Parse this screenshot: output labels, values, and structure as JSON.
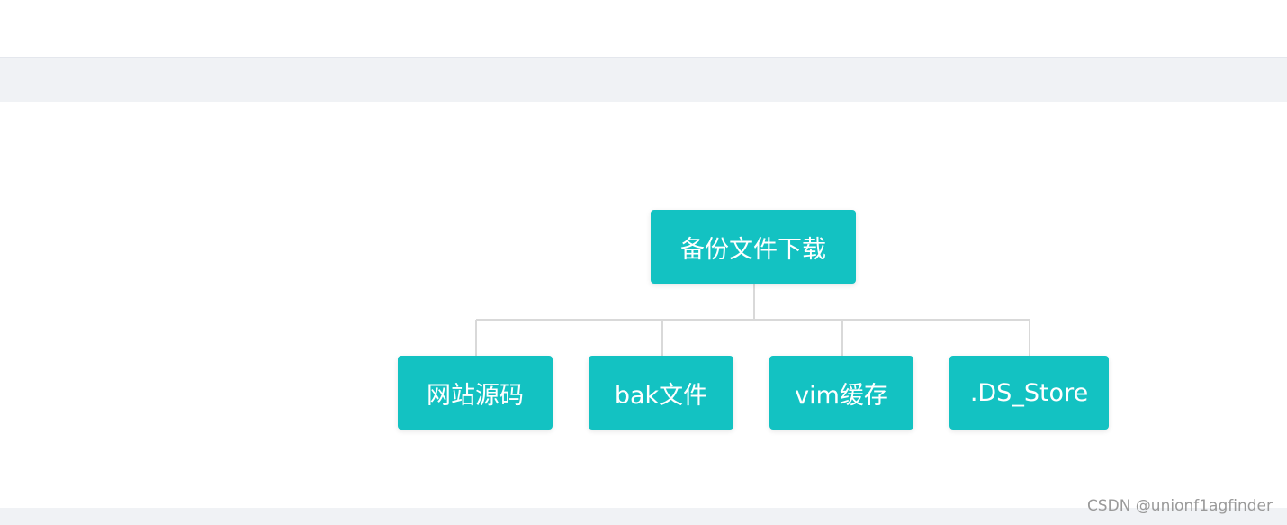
{
  "tree": {
    "root": {
      "label": "备份文件下载"
    },
    "children": [
      {
        "label": "网站源码"
      },
      {
        "label": "bak文件"
      },
      {
        "label": "vim缓存"
      },
      {
        "label": ".DS_Store"
      }
    ]
  },
  "watermark": "CSDN @unionf1agfinder",
  "colors": {
    "node_fill": "#13c2c2",
    "node_text": "#ffffff",
    "connector": "#d9d9d9",
    "band": "#f0f2f5"
  }
}
